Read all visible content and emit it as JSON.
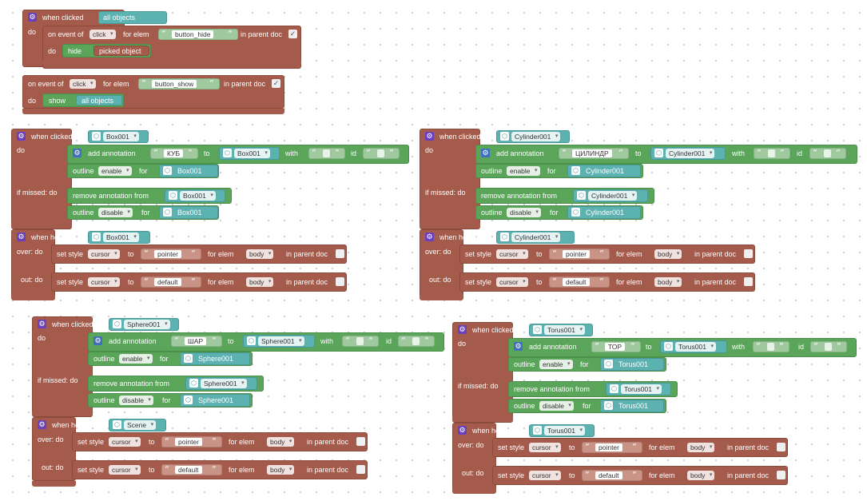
{
  "labels": {
    "when_clicked": "when clicked",
    "when_hovered": "when hovered",
    "do": "do",
    "if_missed_do": "if missed: do",
    "over_do": "over: do",
    "out_do": "out: do",
    "on_event_of": "on event of",
    "for_elem": "for elem",
    "in_parent_doc": "in parent doc",
    "hide": "hide",
    "show": "show",
    "picked_object": "picked object",
    "all_objects": "all objects",
    "add_annotation": "add annotation",
    "to": "to",
    "with": "with",
    "id": "id",
    "outline": "outline",
    "for": "for",
    "remove_annotation_from": "remove annotation from",
    "set_style": "set style",
    "enable": "enable",
    "disable": "disable",
    "cursor": "cursor",
    "body": "body",
    "click": "click",
    "pointer": "pointer",
    "default": "default",
    "check": "✓"
  },
  "top_group": {
    "target": "all objects",
    "event1": {
      "event": "click",
      "elem": "button_hide",
      "checked": true
    },
    "event2": {
      "event": "click",
      "elem": "button_show",
      "checked": true
    }
  },
  "groups": [
    {
      "click_obj": "Box001",
      "annotation": "КУБ",
      "hover_obj": "Box001"
    },
    {
      "click_obj": "Cylinder001",
      "annotation": "ЦИЛИНДР",
      "hover_obj": "Cylinder001"
    },
    {
      "click_obj": "Sphere001",
      "annotation": "ШАР",
      "hover_obj": "Scene"
    },
    {
      "click_obj": "Torus001",
      "annotation": "ТОР",
      "hover_obj": "Torus001"
    }
  ]
}
